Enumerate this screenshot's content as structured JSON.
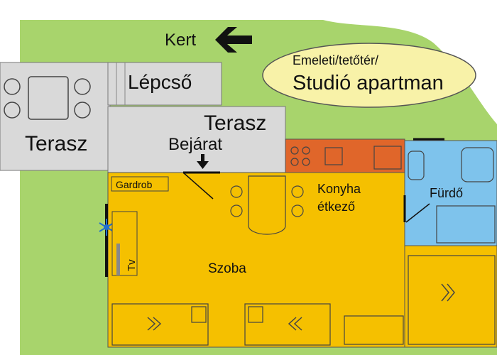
{
  "labels": {
    "garden": "Kert",
    "stairs": "Lépcső",
    "terrace_left": "Terasz",
    "terrace_right": "Terasz",
    "entrance": "Bejárat",
    "wardrobe": "Gardrob",
    "kitchen_line1": "Konyha",
    "kitchen_line2": "étkező",
    "bathroom": "Fürdő",
    "room": "Szoba",
    "tv": "Tv"
  },
  "title": {
    "line1": "Emeleti/tetőtér/",
    "line2": "Studió apartman"
  },
  "icons": [
    "arrow-left-icon",
    "arrow-down-icon",
    "snowflake-icon",
    "double-chevron-right-icon",
    "double-chevron-left-icon"
  ],
  "colors": {
    "garden": "#a8d46c",
    "terrace": "#d9d9d9",
    "room": "#f5c000",
    "kitchen_counter": "#e0662a",
    "bathroom": "#7ec3ec",
    "title_bubble": "#f8f2a8"
  }
}
